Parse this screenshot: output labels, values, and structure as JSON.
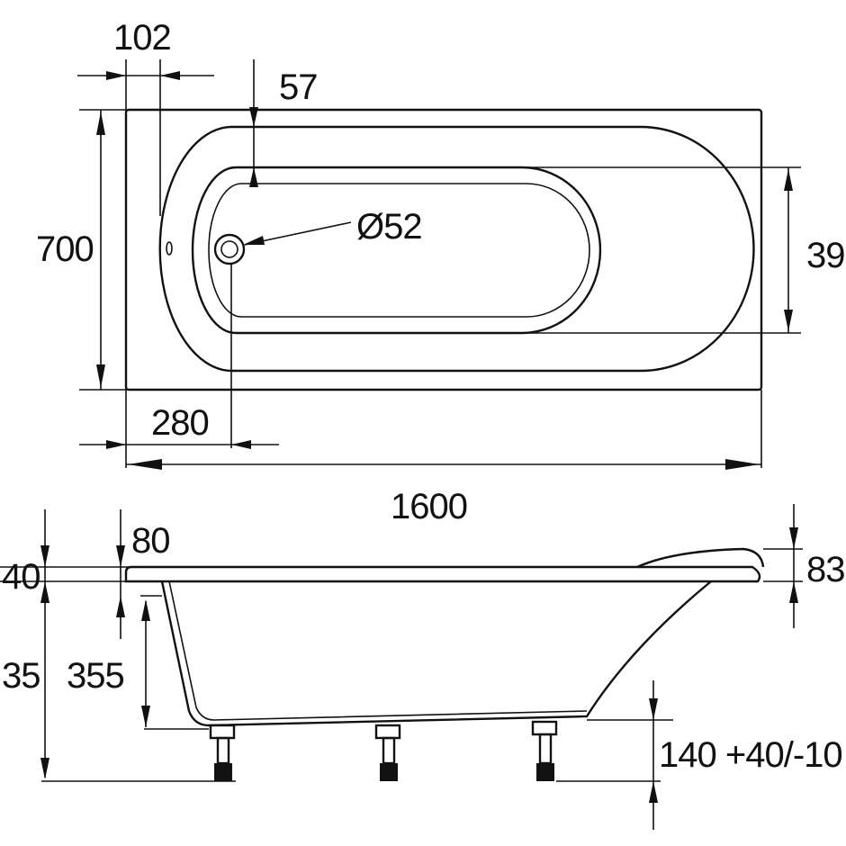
{
  "drawing": {
    "top_view": {
      "dim_rim_width": "102",
      "dim_inner_offset": "57",
      "dim_diameter": "Ø52",
      "dim_width": "700",
      "dim_inner_width": "39",
      "dim_drain_offset": "280",
      "dim_length": "1600"
    },
    "side_view": {
      "dim_rim_height": "40",
      "dim_rim_thick": "80",
      "dim_head_height": "83",
      "dim_total_height": "35",
      "dim_depth": "355",
      "dim_legs": "140 +40/-10"
    }
  }
}
